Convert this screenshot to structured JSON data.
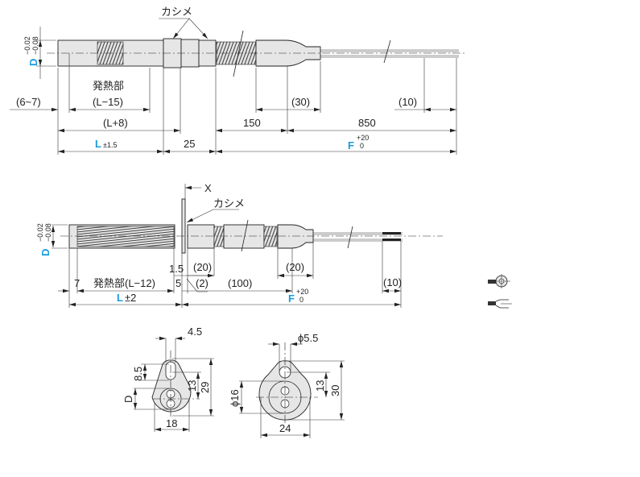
{
  "top_drawing": {
    "crimp_label": "カシメ",
    "diameter_label": "D",
    "diameter_tol_upper": "−0.02",
    "diameter_tol_lower": "−0.08",
    "heater_label": "発熱部",
    "heater_len": "(L−15)",
    "offset": "(6~7)",
    "l_plus": "(L+8)",
    "l_label": "L",
    "l_tol": "±1.5",
    "dim_25": "25",
    "dim_150": "150",
    "dim_850": "850",
    "dim_30": "(30)",
    "dim_10": "(10)",
    "f_label": "F",
    "f_tol_upper": "+20",
    "f_tol_lower": "0"
  },
  "middle_drawing": {
    "x_label": "X",
    "crimp_label": "カシメ",
    "diameter_label": "D",
    "diameter_tol_upper": "−0.02",
    "diameter_tol_lower": "−0.08",
    "dim_7": "7",
    "heater_label": "発熱部(L−12)",
    "dim_5": "5",
    "dim_1_5": "1.5",
    "dim_20a": "(20)",
    "dim_2": "(2)",
    "dim_100": "(100)",
    "dim_20b": "(20)",
    "dim_10": "(10)",
    "l_label": "L",
    "l_tol": "±2",
    "f_label": "F",
    "f_tol_upper": "+20",
    "f_tol_lower": "0"
  },
  "flange_small": {
    "dim_4_5": "4.5",
    "dim_8_5": "8.5",
    "dim_13": "13",
    "dim_29": "29",
    "dim_d": "D",
    "dim_18": "18"
  },
  "flange_large": {
    "dim_hole": "ϕ5.5",
    "dim_13": "13",
    "dim_30": "30",
    "dim_16": "ϕ16",
    "dim_24": "24"
  }
}
